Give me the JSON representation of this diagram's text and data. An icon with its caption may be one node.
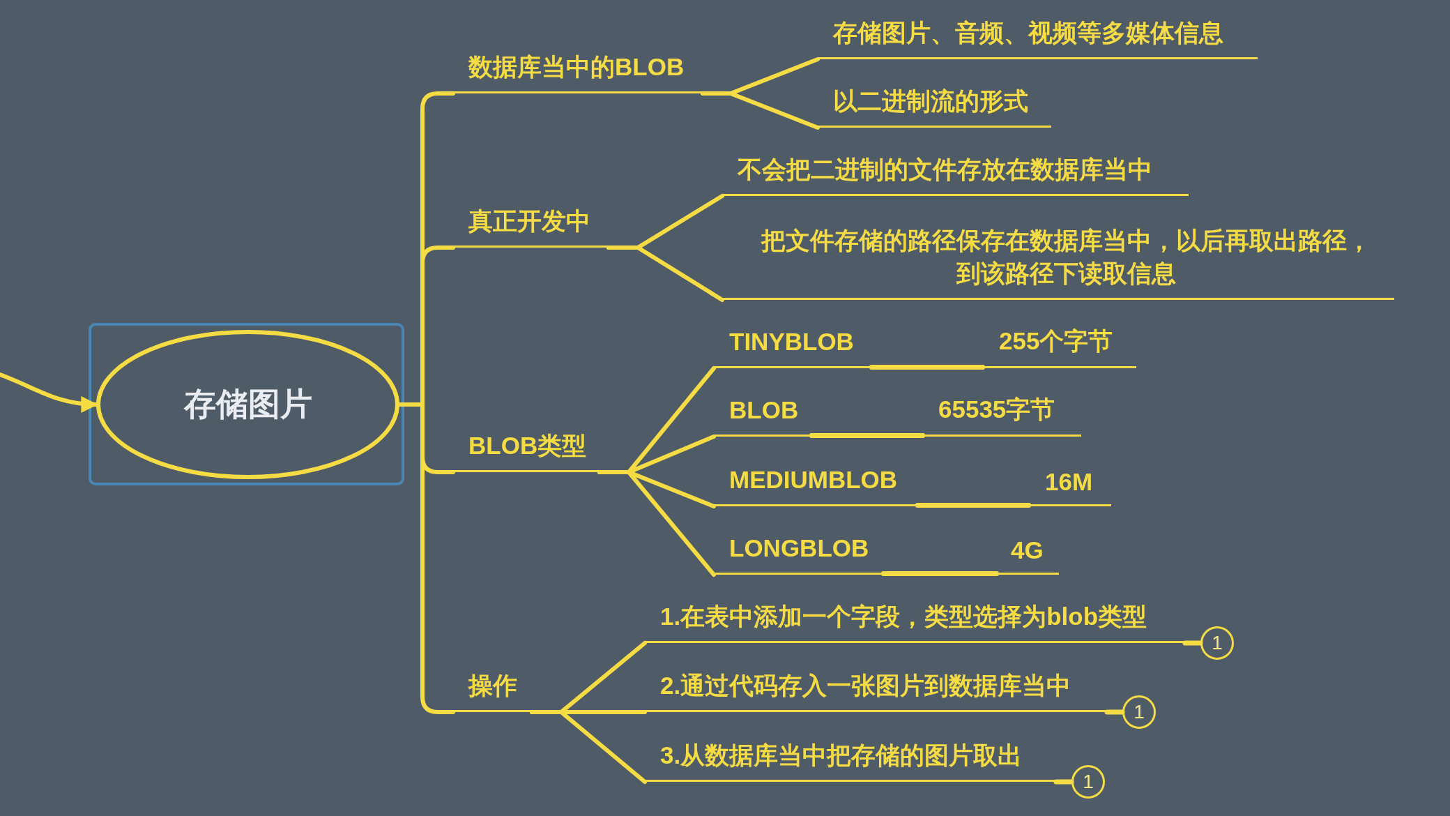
{
  "diagram": {
    "nodes": [
      {
        "text": [
          "存储图片"
        ]
      },
      {
        "text": [
          "数据库当中的BLOB"
        ]
      },
      {
        "text": [
          "存储图片、音频、视频等多媒体信息"
        ]
      },
      {
        "text": [
          "以二进制流的形式"
        ]
      },
      {
        "text": [
          "真正开发中"
        ]
      },
      {
        "text": [
          "不会把二进制的文件存放在数据库当中"
        ]
      },
      {
        "text": [
          "把文件存储的路径保存在数据库当中，以后再取出路径，到该路径下读取信息"
        ]
      },
      {
        "text": [
          "BLOB类型"
        ]
      },
      {
        "text": [
          "TINYBLOB",
          "255个字节"
        ]
      },
      {
        "text": [
          "BLOB",
          "65535字节"
        ]
      },
      {
        "text": [
          "MEDIUMBLOB",
          "16M"
        ]
      },
      {
        "text": [
          "LONGBLOB",
          "4G"
        ]
      },
      {
        "text": [
          "操作"
        ]
      },
      {
        "text": [
          "1.在表中添加一个字段，类型选择为blob类型"
        ]
      },
      {
        "text": [
          "2.通过代码存入一张图片到数据库当中"
        ]
      },
      {
        "text": [
          "3.从数据库当中把存储的图片取出"
        ]
      },
      {
        "text": [
          "1"
        ]
      },
      {
        "text": [
          "1"
        ]
      },
      {
        "text": [
          "1"
        ]
      }
    ],
    "edges": [
      {
        "from": null,
        "to": 0,
        "arrow": "to"
      },
      {
        "from": 0,
        "to": 1,
        "arrow": "none"
      },
      {
        "from": 0,
        "to": 4,
        "arrow": "none"
      },
      {
        "from": 0,
        "to": 7,
        "arrow": "none"
      },
      {
        "from": 0,
        "to": 12,
        "arrow": "none"
      },
      {
        "from": 1,
        "to": 2,
        "arrow": "none"
      },
      {
        "from": 1,
        "to": 3,
        "arrow": "none"
      },
      {
        "from": 4,
        "to": 5,
        "arrow": "none"
      },
      {
        "from": 4,
        "to": 6,
        "arrow": "none"
      },
      {
        "from": 7,
        "to": 8,
        "arrow": "none"
      },
      {
        "from": 7,
        "to": 9,
        "arrow": "none"
      },
      {
        "from": 7,
        "to": 10,
        "arrow": "none"
      },
      {
        "from": 7,
        "to": 11,
        "arrow": "none"
      },
      {
        "from": 12,
        "to": 13,
        "arrow": "none"
      },
      {
        "from": 12,
        "to": 14,
        "arrow": "none"
      },
      {
        "from": 12,
        "to": 15,
        "arrow": "none"
      },
      {
        "from": 13,
        "to": 16,
        "arrow": "none"
      },
      {
        "from": 14,
        "to": 17,
        "arrow": "none"
      },
      {
        "from": 15,
        "to": 18,
        "arrow": "none"
      }
    ]
  }
}
